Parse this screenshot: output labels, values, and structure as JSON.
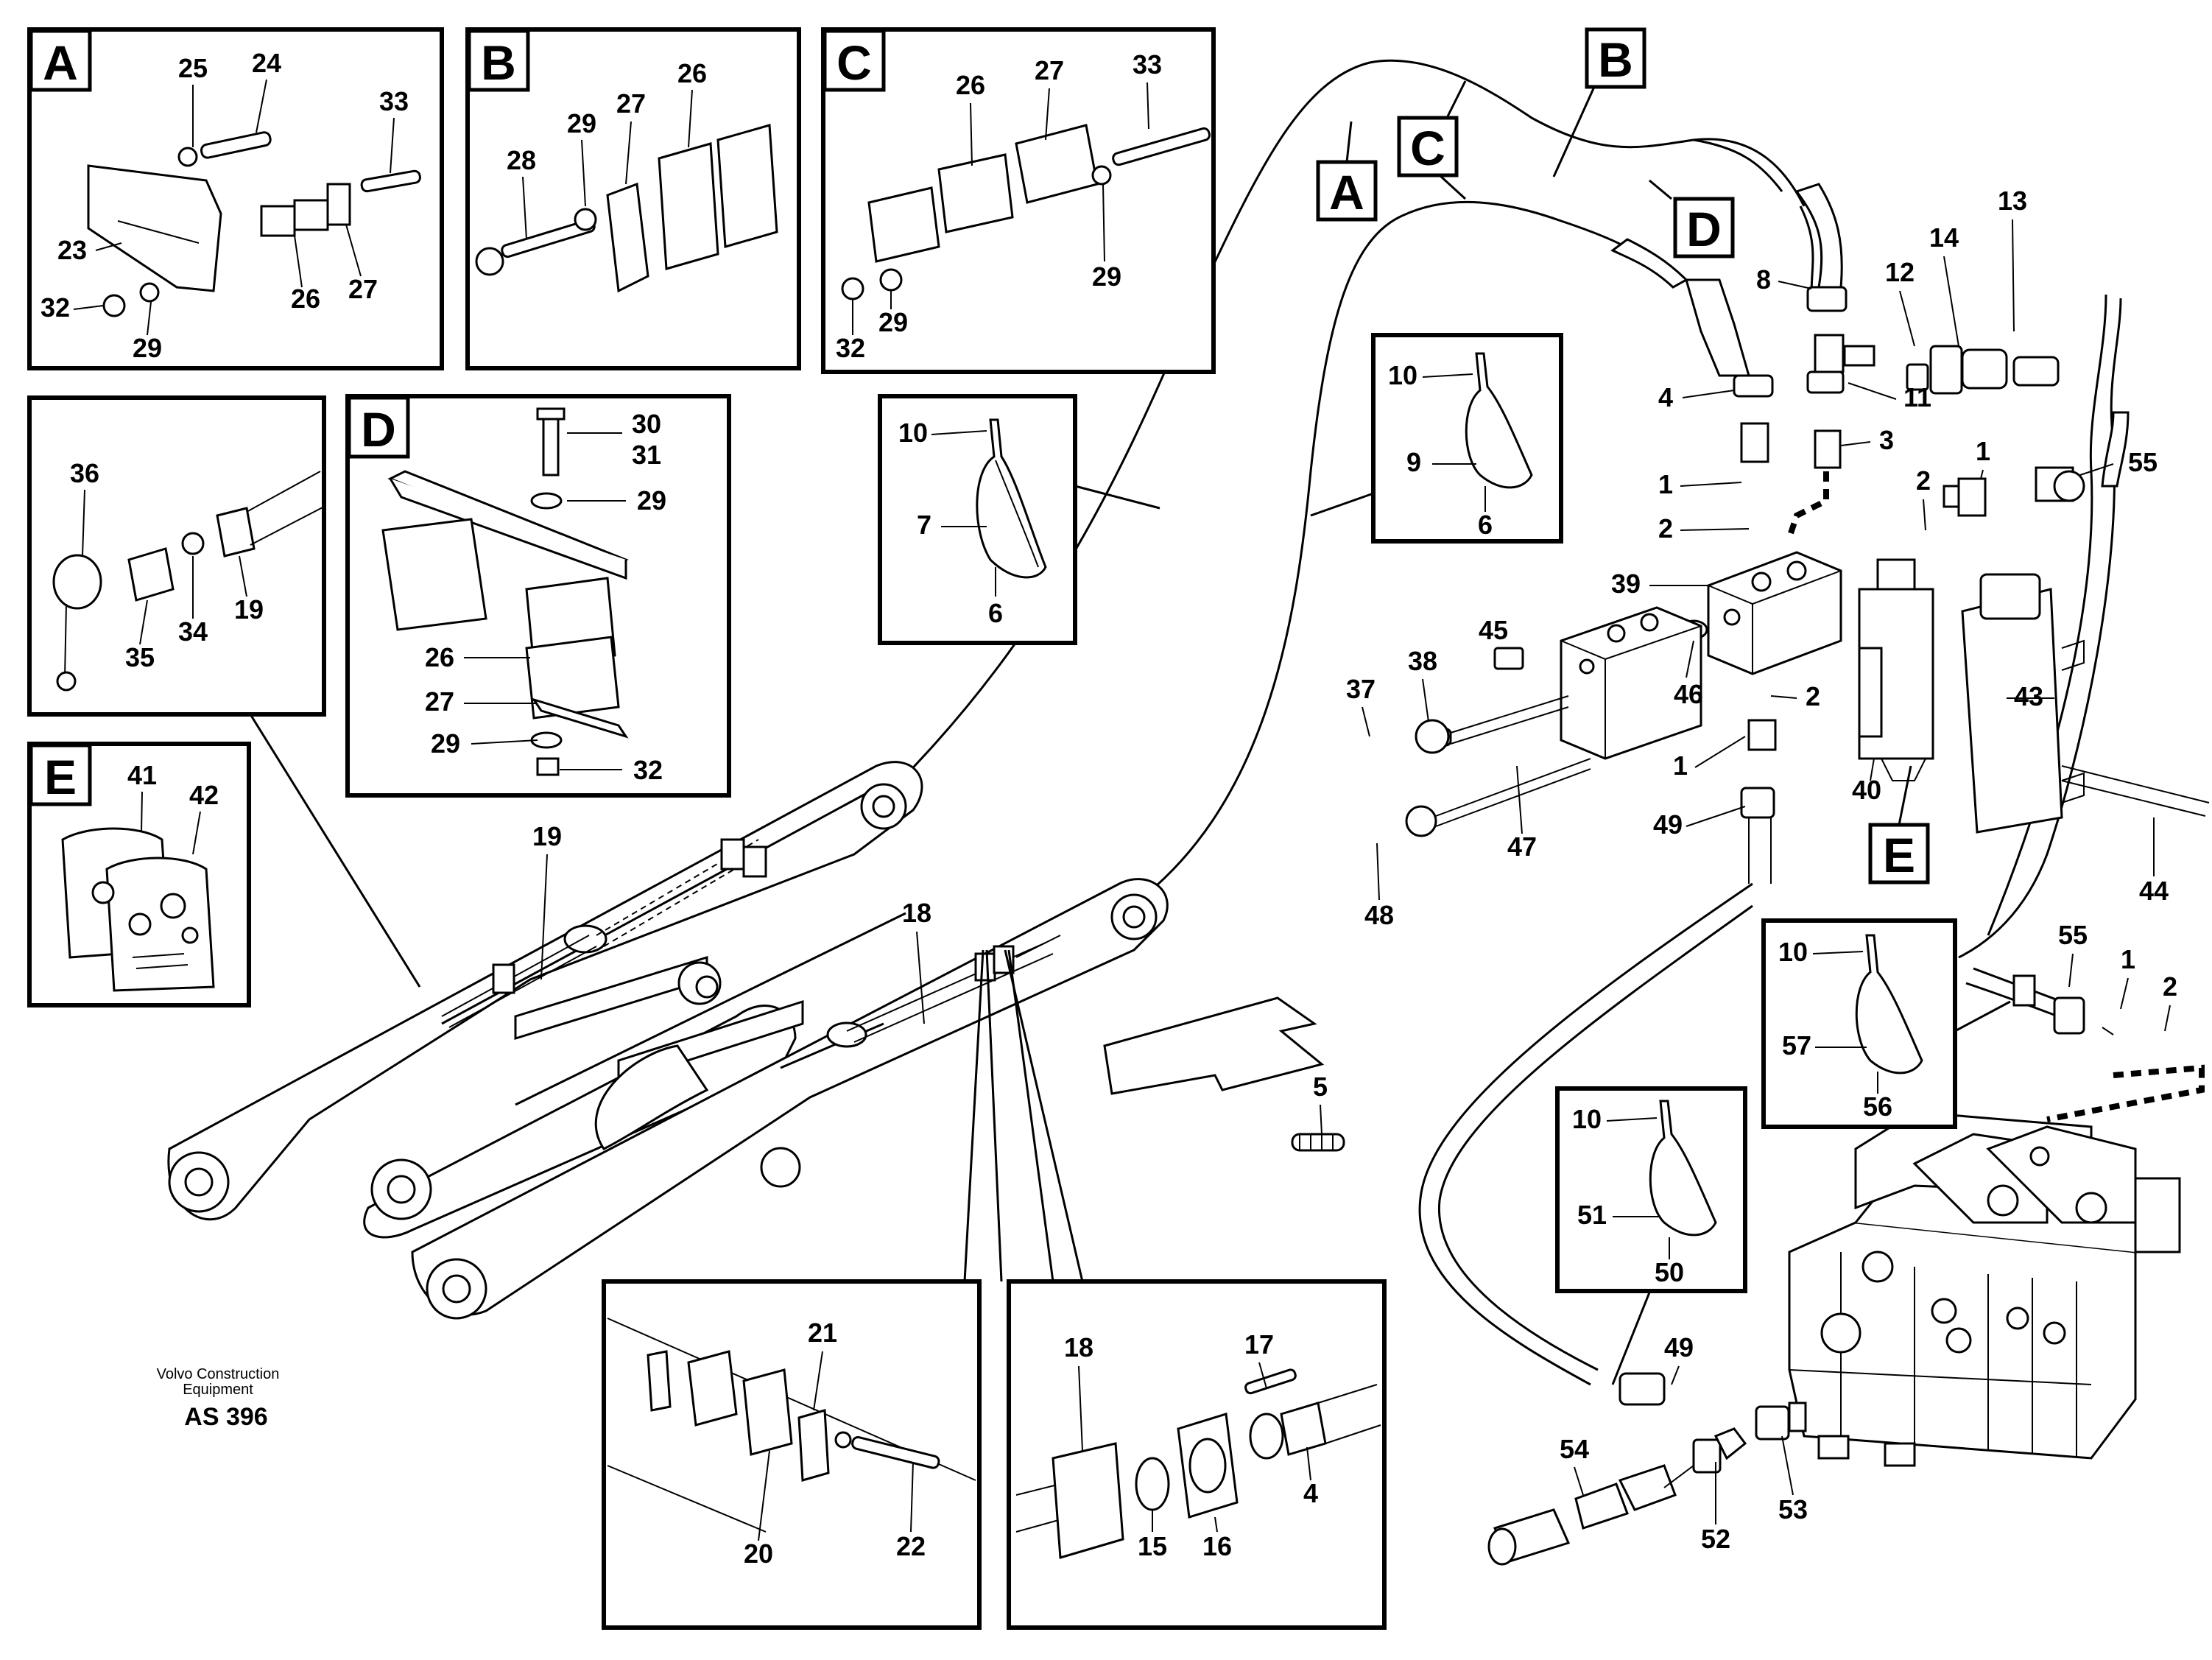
{
  "credit": {
    "line1": "Volvo Construction",
    "line2": "Equipment",
    "code": "AS 396"
  },
  "insets": {
    "A": {
      "letter": "A",
      "labels": [
        "25",
        "24",
        "33",
        "23",
        "32",
        "29",
        "26",
        "27"
      ]
    },
    "B": {
      "letter": "B",
      "labels": [
        "29",
        "27",
        "26",
        "28"
      ]
    },
    "C": {
      "letter": "C",
      "labels": [
        "26",
        "27",
        "33",
        "29",
        "32",
        "29"
      ]
    },
    "D": {
      "letter": "D",
      "labels": [
        "30",
        "31",
        "29",
        "26",
        "27",
        "29",
        "32"
      ]
    },
    "E": {
      "letter": "E",
      "labels": [
        "41",
        "42"
      ]
    },
    "hose": {
      "labels": [
        "36",
        "35",
        "34",
        "19"
      ]
    },
    "clampA": {
      "labels": [
        "10",
        "7",
        "6"
      ]
    },
    "clampB": {
      "labels": [
        "10",
        "9",
        "6"
      ]
    },
    "clampC": {
      "labels": [
        "10",
        "57",
        "56"
      ]
    },
    "clampD": {
      "labels": [
        "10",
        "51",
        "50"
      ]
    },
    "bracket": {
      "labels": [
        "21",
        "20",
        "22"
      ]
    },
    "flange": {
      "labels": [
        "17",
        "18",
        "4",
        "15",
        "16"
      ]
    }
  },
  "callouts": [
    "A",
    "B",
    "C",
    "D",
    "E"
  ],
  "main_labels": {
    "l19": "19",
    "l18": "18",
    "l5": "5",
    "l8": "8",
    "l12": "12",
    "l14": "14",
    "l13": "13",
    "l4": "4",
    "l11": "11",
    "l1a": "1",
    "l3": "3",
    "l2a": "2",
    "l2b": "2",
    "l1b": "1",
    "l55a": "55",
    "l39": "39",
    "l45": "45",
    "l38": "38",
    "l37": "37",
    "l46": "46",
    "l2c": "2",
    "l43": "43",
    "l1c": "1",
    "l40": "40",
    "l49a": "49",
    "l47": "47",
    "l48": "48",
    "l44": "44",
    "l55b": "55",
    "l1d": "1",
    "l2d": "2",
    "l49b": "49",
    "l54": "54",
    "l52": "52",
    "l53": "53"
  }
}
